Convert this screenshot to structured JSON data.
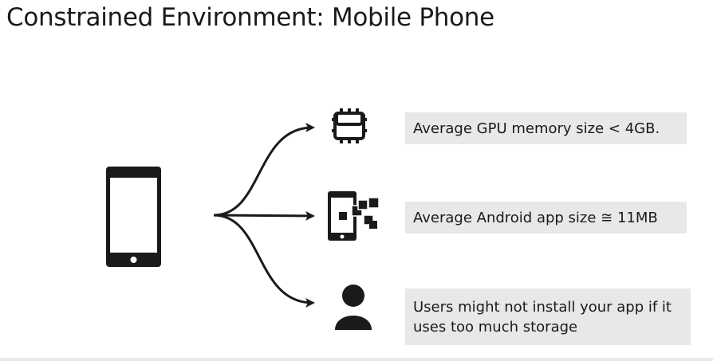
{
  "slide": {
    "title": "Constrained Environment: Mobile Phone"
  },
  "diagram": {
    "source_icon": "mobile-phone-icon",
    "items": [
      {
        "icon": "gpu-chip-icon",
        "text": "Average GPU memory size < 4GB."
      },
      {
        "icon": "android-apps-icon",
        "text": "Average Android app size ≅ 11MB"
      },
      {
        "icon": "user-icon",
        "text": "Users might not install your app if it uses too much storage"
      }
    ]
  },
  "colors": {
    "text": "#1a1a1a",
    "box_background": "#e8e8e8",
    "icon": "#1a1a1a"
  }
}
